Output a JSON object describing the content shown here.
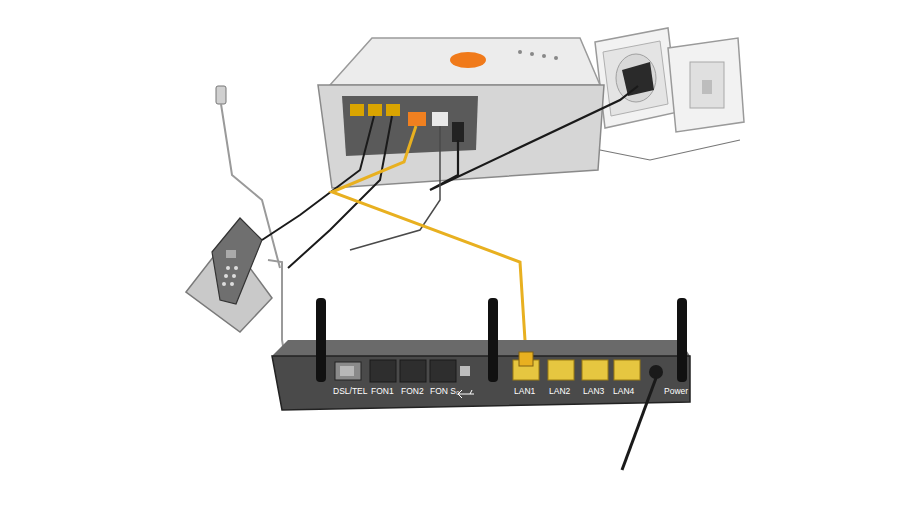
{
  "diagram": {
    "labels": [
      "DSL/TEL",
      "FON1",
      "FON2",
      "FON S₀",
      "LAN1",
      "LAN2",
      "LAN3",
      "LAN4",
      "Power"
    ]
  }
}
